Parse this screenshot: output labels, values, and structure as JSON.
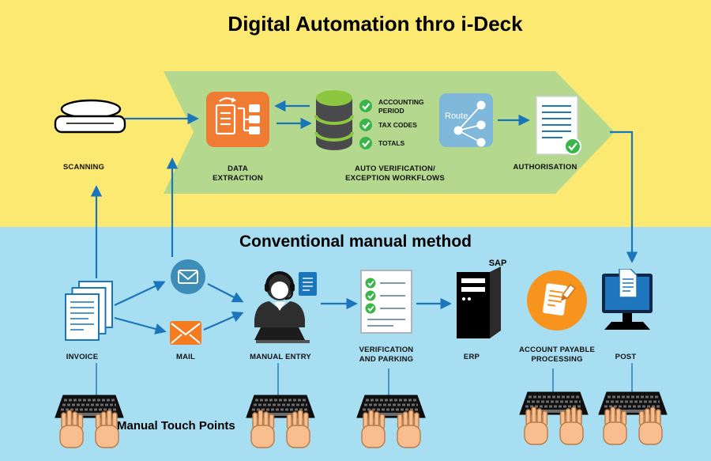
{
  "header": {
    "title": "Digital Automation thro i-Deck"
  },
  "digital_flow": {
    "scanning_label": "SCANNING",
    "data_extraction_label": "DATA\nEXTRACTION",
    "auto_verification_label": "AUTO VERIFICATION/\nEXCEPTION WORKFLOWS",
    "checks": [
      {
        "label": "ACCOUNTING\nPERIOD"
      },
      {
        "label": "TAX CODES"
      },
      {
        "label": "TOTALS"
      }
    ],
    "route_label": "Route",
    "authorisation_label": "AUTHORISATION"
  },
  "manual_flow": {
    "title": "Conventional manual method",
    "invoice_label": "INVOICE",
    "mail_label": "MAIL",
    "manual_entry_label": "MANUAL ENTRY",
    "verification_label": "VERIFICATION\nAND PARKING",
    "erp_label": "ERP",
    "sap_label": "SAP",
    "account_payable_label": "ACCOUNT PAYABLE\nPROCESSING",
    "post_label": "POST",
    "touch_points_label": "Manual Touch Points"
  },
  "colors": {
    "yellow_bg": "#FBE972",
    "blue_bg": "#A8DEF2",
    "green_arrow": "#B3D88E",
    "orange": "#F07B33",
    "flow_blue": "#1B75BB",
    "check_green": "#39B54A"
  }
}
